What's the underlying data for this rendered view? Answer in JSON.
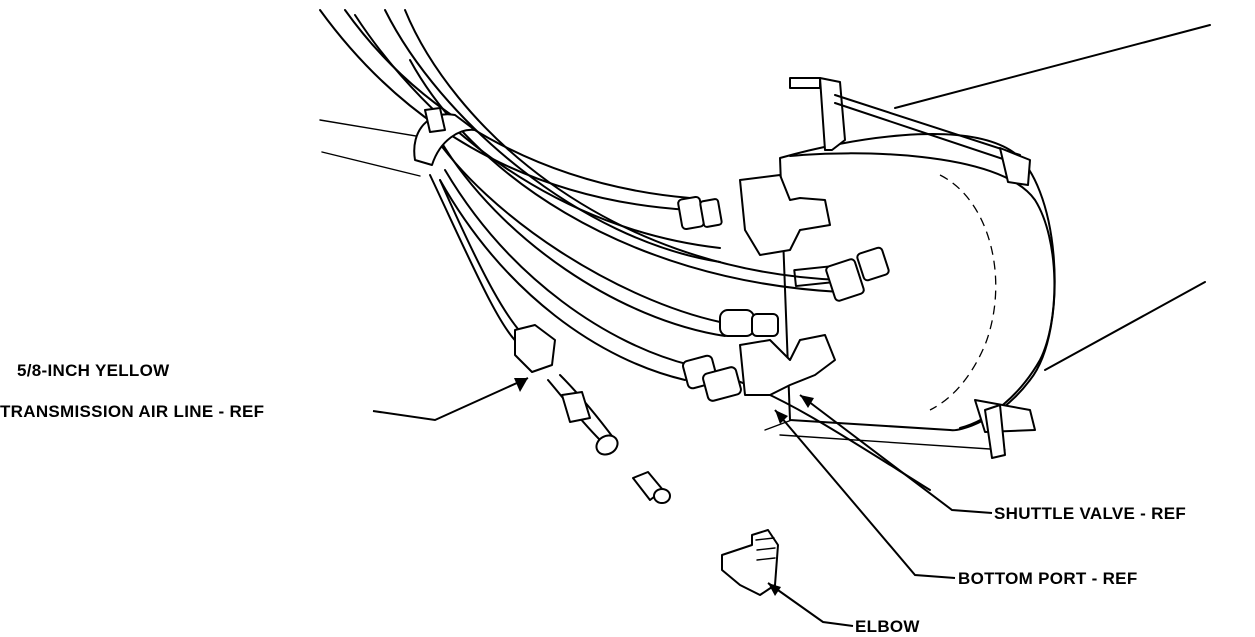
{
  "labels": {
    "air_line_1": "5/8-INCH YELLOW",
    "air_line_2": "TRANSMISSION  AIR LINE - REF",
    "shuttle_valve": "SHUTTLE VALVE - REF",
    "bottom_port": "BOTTOM PORT - REF",
    "elbow": "ELBOW"
  }
}
